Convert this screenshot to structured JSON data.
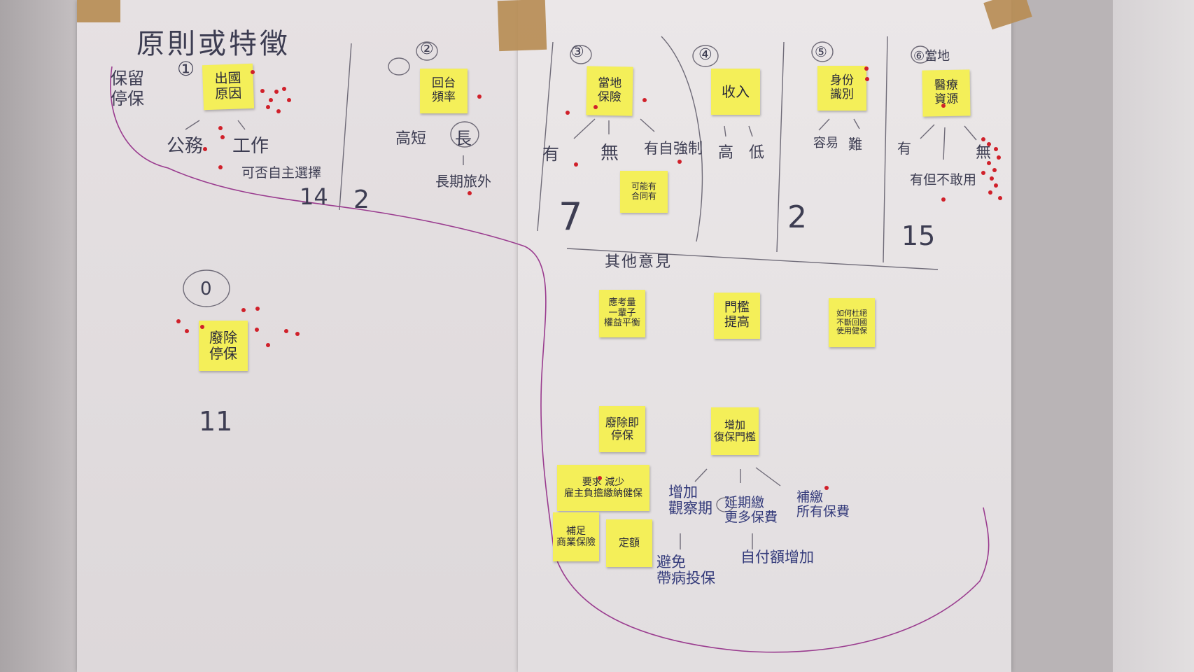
{
  "title": "原則或特徵",
  "colors": {
    "sticky": "#f4ef59",
    "dot": "#d0202a",
    "purple_line": "#9a3c8f",
    "pencil": "#3d3d52"
  },
  "sections": {
    "s1": {
      "number": "①",
      "side_label": "保留\n停保",
      "note": "出國\n原因",
      "branches": [
        "公務",
        "工作"
      ],
      "subtext": "可否自主選擇",
      "count": "14"
    },
    "s2": {
      "number": "②",
      "note": "回台\n頻率",
      "branches": [
        "高短",
        "長"
      ],
      "subtext": "長期旅外",
      "count": "2"
    },
    "s3": {
      "number": "③",
      "note": "當地\n保險",
      "branches": [
        "有",
        "無",
        "有自強制"
      ],
      "note2": "可能有\n合同有",
      "count": "7"
    },
    "s4": {
      "number": "④",
      "note": "收入",
      "branches": [
        "高",
        "低"
      ]
    },
    "s5": {
      "number": "⑤",
      "note": "身份\n識別",
      "branches": [
        "容易",
        "難"
      ],
      "count": "2"
    },
    "s6": {
      "number": "⑥當地",
      "note": "醫療\n資源",
      "branches": [
        "有",
        "無"
      ],
      "subtext": "有但不敢用",
      "count": "15"
    },
    "s0": {
      "number": "0",
      "note": "廢除\n停保",
      "count": "11"
    }
  },
  "other": {
    "heading": "其他意見",
    "notes": [
      "應考量\n一輩子\n權益平衡",
      "門檻\n提高",
      "如何杜絕\n不斷回國\n使用健保",
      "廢除即\n停保",
      "增加\n復保門檻",
      "要求 減少\n雇主負擔繳納健保",
      "補足\n商業保險",
      "定額"
    ],
    "branches": [
      "增加\n觀察期",
      "延期繳\n更多保費",
      "補繳\n所有保費"
    ],
    "sub": [
      "避免\n帶病投保",
      "自付額增加"
    ]
  }
}
